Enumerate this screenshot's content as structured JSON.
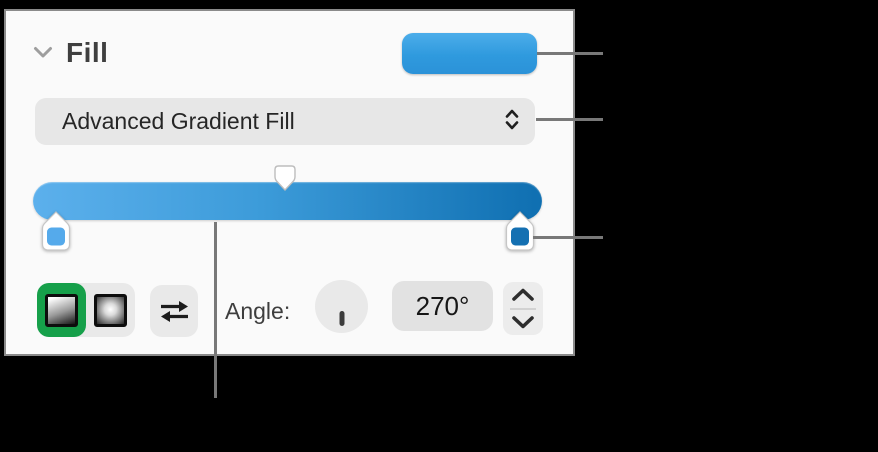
{
  "window": {
    "background_color": "#000000"
  },
  "panel": {
    "background_color": "#fafafa",
    "border_color": "#8a8a8a",
    "header": {
      "title": "Fill"
    },
    "color_well": {
      "gradient_top": "#4cadea",
      "gradient_bottom": "#2b92d8"
    },
    "fill_type_popup": {
      "selected_option": "Advanced Gradient Fill"
    },
    "gradient_slider": {
      "track_start_color": "#5cb0ec",
      "track_end_color": "#0f6fb1",
      "stops": [
        {
          "position_pct": 0,
          "color": "#55aaeb"
        },
        {
          "position_pct": 100,
          "color": "#1470b2"
        }
      ],
      "midpoint_pct": 50
    },
    "style_segments": {
      "selected": "linear-gradient-swatch",
      "selected_highlight_color": "#16a04a",
      "options": [
        "linear-gradient-swatch",
        "radial-gradient-swatch"
      ]
    },
    "angle_controls": {
      "label": "Angle:",
      "value": "270°",
      "wheel_degrees": 270
    }
  },
  "callouts": {
    "line_color": "#787878"
  }
}
